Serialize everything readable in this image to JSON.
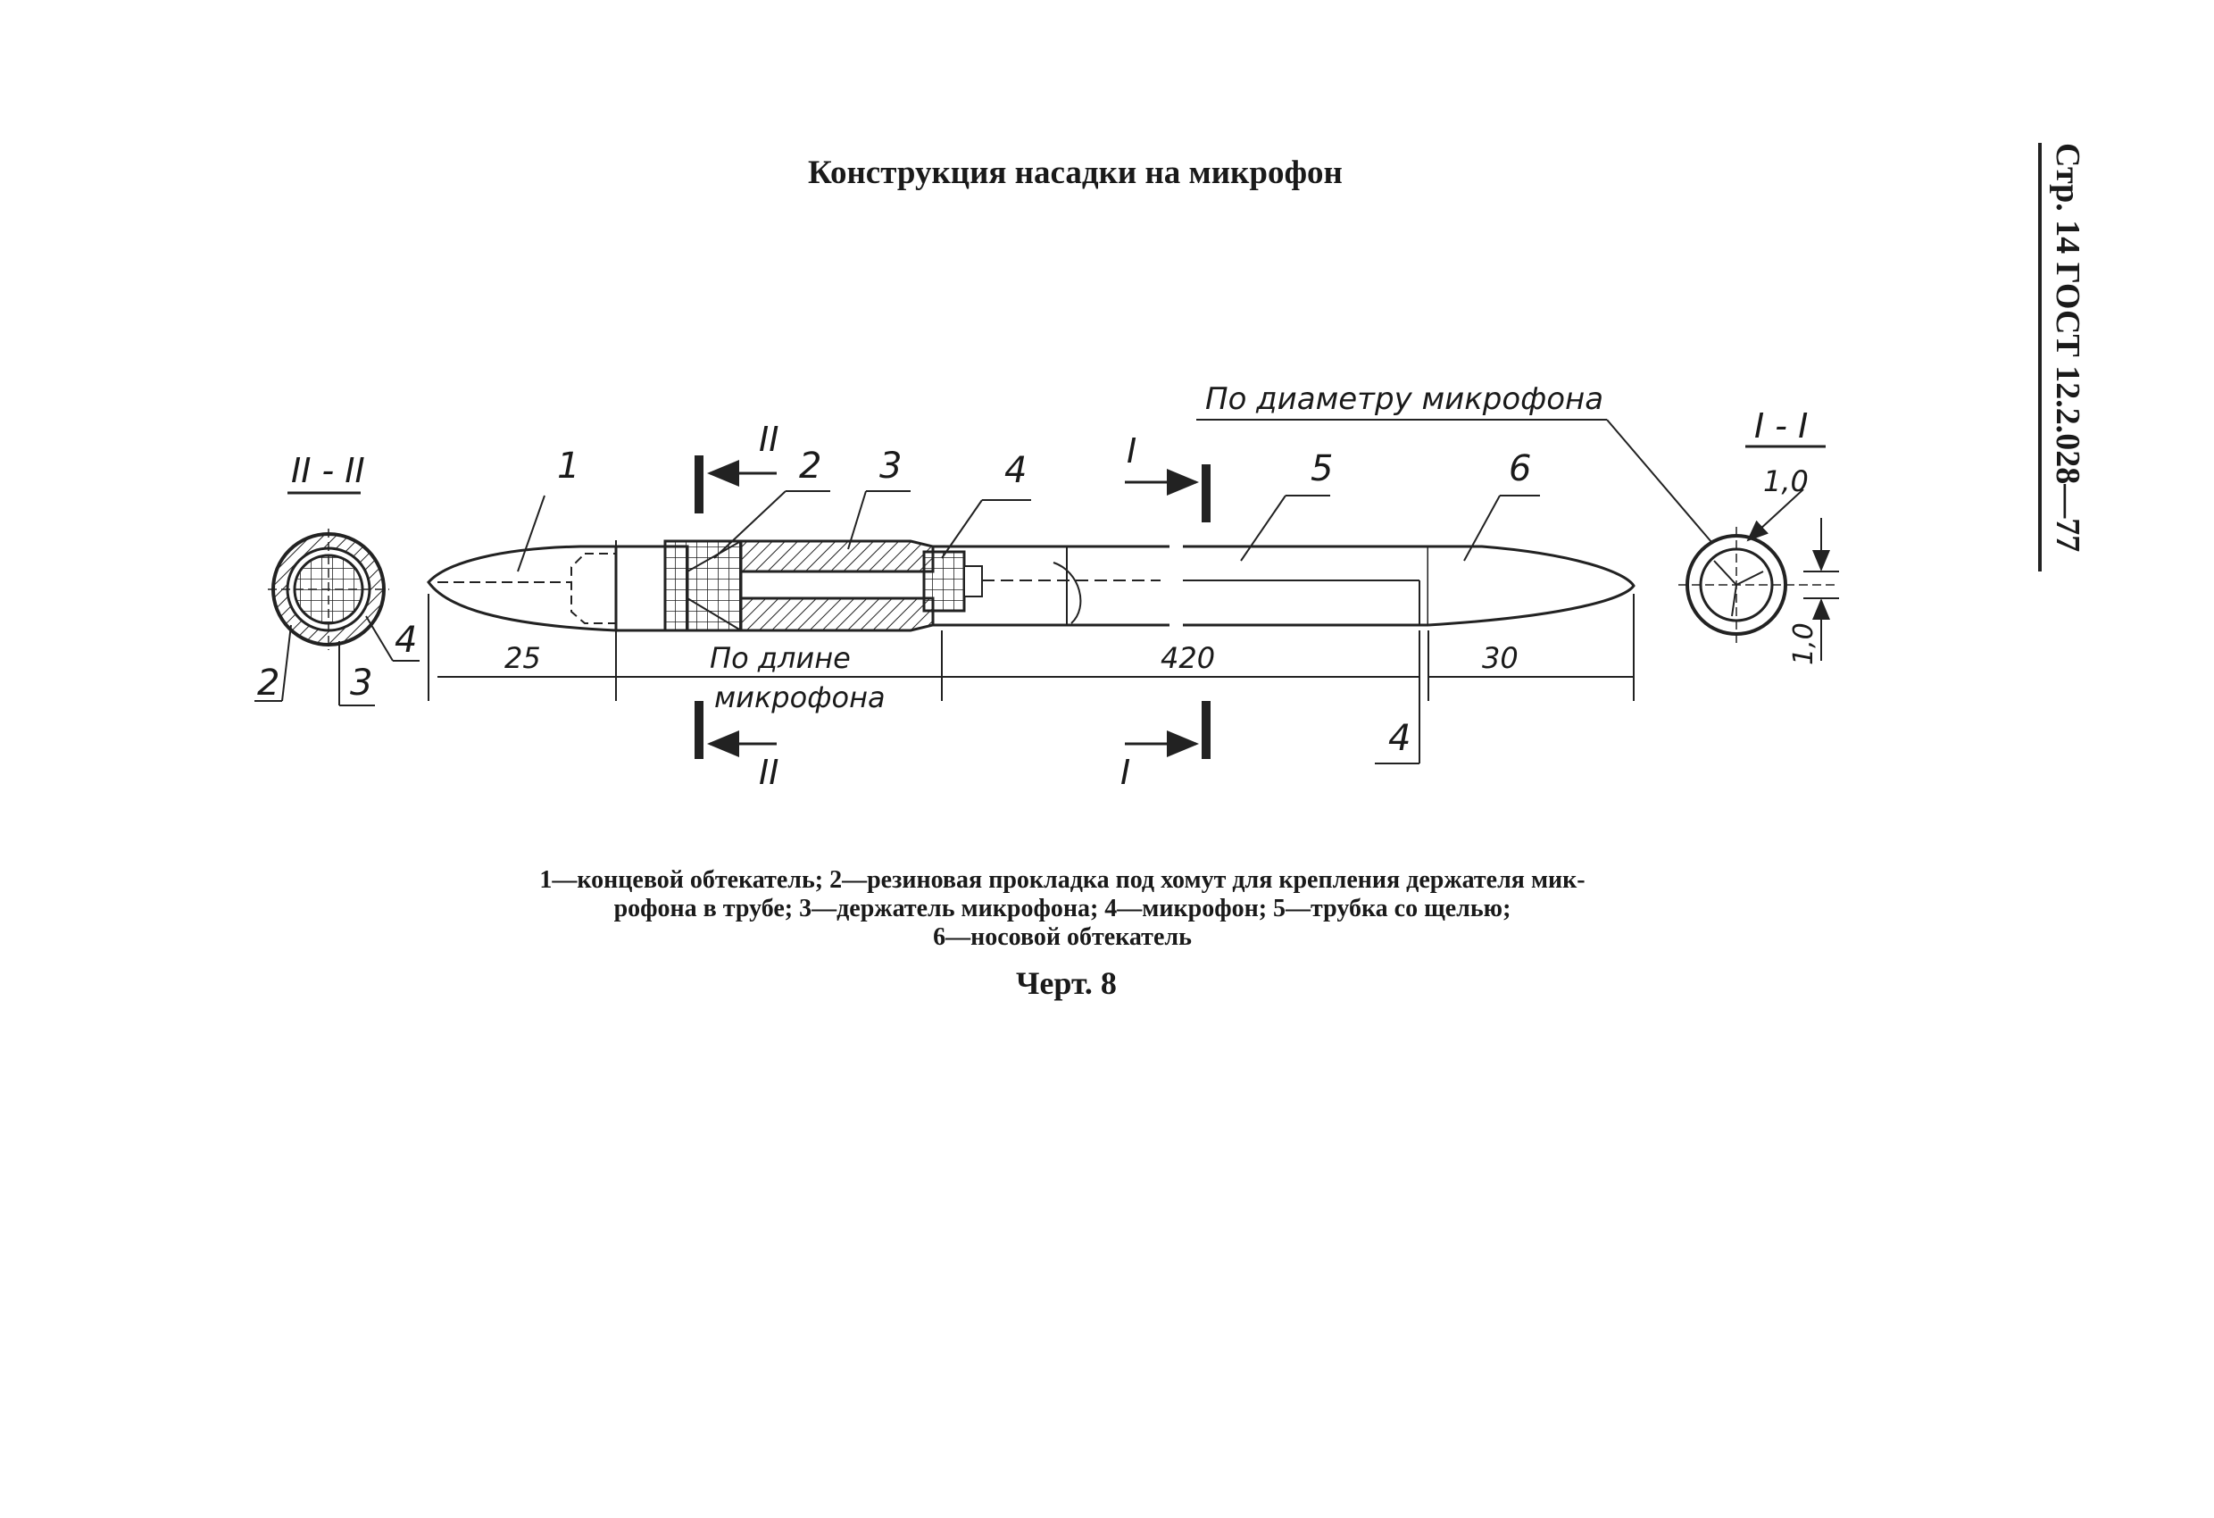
{
  "page": {
    "title": "Конструкция насадки на микрофон",
    "side_header": "Стр. 14 ГОСТ 12.2.028—77",
    "legend_lines": [
      "1—концевой обтекатель; 2—резиновая прокладка под хомут для крепления держателя мик-",
      "рофона в трубе; 3—держатель микрофона; 4—микрофон; 5—трубка со щелью;",
      "6—носовой обтекатель"
    ],
    "caption": "Черт. 8"
  },
  "drawing": {
    "section_left_label": "II - II",
    "section_right_label": "I - I",
    "cut_II": "II",
    "cut_I": "I",
    "leader_diameter": "По диаметру микрофона",
    "part_1": "1",
    "part_2": "2",
    "part_3": "3",
    "part_4": "4",
    "part_5": "5",
    "part_6": "6",
    "dim_25": "25",
    "dim_length_1": "По длине",
    "dim_length_2": "микрофона",
    "dim_420": "420",
    "dim_30": "30",
    "dim_slot_1": "1,0",
    "dim_slot_2": "1,0"
  }
}
